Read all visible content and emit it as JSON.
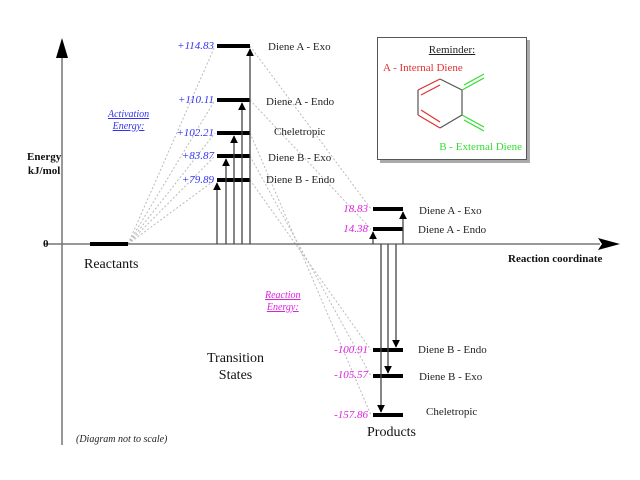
{
  "axes": {
    "y_title_line1": "Energy",
    "y_title_line2": "kJ/mol",
    "y_zero_label": "0",
    "x_title": "Reaction coordinate"
  },
  "reactants": {
    "label": "Reactants",
    "energy": 0
  },
  "transition_states": {
    "label_line1": "Transition",
    "label_line2": "States",
    "section_label_line1": "Activation",
    "section_label_line2": "Energy:",
    "items": [
      {
        "name": "Diene A - Exo",
        "value_text": "+114.83",
        "energy": 114.83
      },
      {
        "name": "Diene A - Endo",
        "value_text": "+110.11",
        "energy": 110.11
      },
      {
        "name": "Cheletropic",
        "value_text": "+102.21",
        "energy": 102.21
      },
      {
        "name": "Diene B - Exo",
        "value_text": "+83.87",
        "energy": 83.87
      },
      {
        "name": "Diene B - Endo",
        "value_text": "+79.89",
        "energy": 79.89
      }
    ]
  },
  "products": {
    "label": "Products",
    "section_label_line1": "Reaction",
    "section_label_line2": "Energy:",
    "items": [
      {
        "name": "Diene A - Exo",
        "value_text": "18.83",
        "energy": 18.83
      },
      {
        "name": "Diene A - Endo",
        "value_text": "14.38",
        "energy": 14.38
      },
      {
        "name": "Diene B - Endo",
        "value_text": "-100.91",
        "energy": -100.91
      },
      {
        "name": "Diene B - Exo",
        "value_text": "-105.57",
        "energy": -105.57
      },
      {
        "name": "Cheletropic",
        "value_text": "-157.86",
        "energy": -157.86
      }
    ]
  },
  "reminder": {
    "title": "Reminder:",
    "internal_diene": "A - Internal Diene",
    "external_diene": "B - External Diene"
  },
  "footnote": "(Diagram not to scale)",
  "colors": {
    "activation": "#3333ee",
    "reaction": "#dd22dd",
    "internal_diene": "#e03030",
    "external_diene": "#33dd33",
    "axis": "#777777",
    "level": "#000000",
    "dashed": "#bbbbbb"
  }
}
